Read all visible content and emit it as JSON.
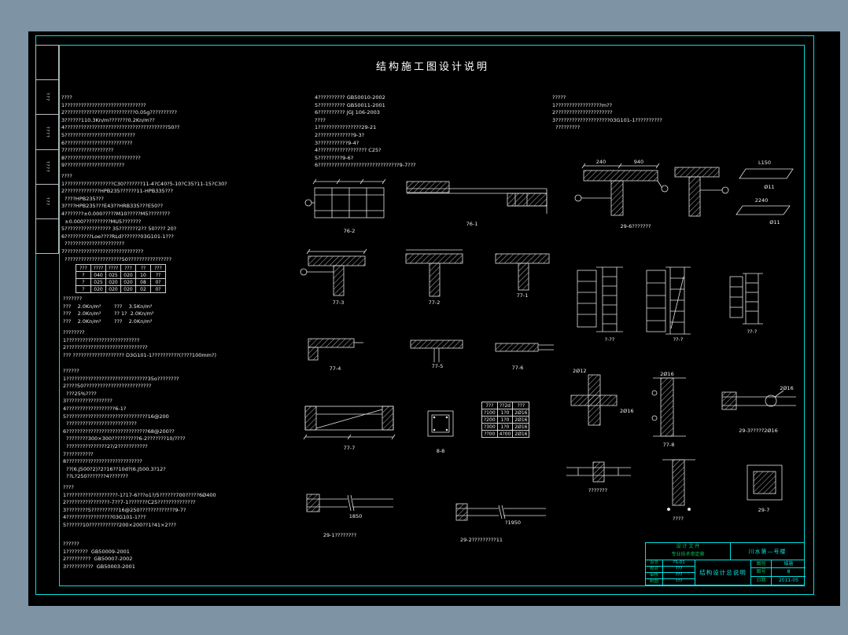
{
  "title": "结构施工图设计说明",
  "strip": {
    "cells": [
      "",
      "???",
      "????",
      "????",
      "???",
      ""
    ]
  },
  "text_blocks": {
    "general": {
      "lines": [
        "????",
        "1??????????????????????????????",
        "2??????????????????????????0.05g??????????",
        "3??????110.3Kn/m???????0.2Kn/m??",
        "4??????????????????????????????????????50??",
        "5??????????????????????????",
        "6?????????????????????????",
        "7??????????????????",
        "8????????????????????????????",
        "9??????????????????????"
      ]
    },
    "materials": {
      "lines": [
        "????",
        "1??????????????????C30???????11-4?C40?5-10?C35?11-15?C30?",
        "2?????????????HPB235??????11-HPB335???",
        "  ????HPB235???",
        "3????HPB235???E43??HRB335???E50??",
        "4???????±0.000?????M10?????M5????????",
        "  ±0.000??????????MU5???????",
        "5????????????????? 35???????2?? 50???? 20?",
        "6??????????Loe????RLd???????03G101-1???",
        "  ??????????????????????",
        "7?????????????????????????????",
        "  ?????????????????????50????????????????"
      ]
    },
    "loads": {
      "lines": [
        "???????",
        "???    2.0Kn/m²        ???    3.5Kn/m²",
        "???    2.0Kn/m²        ?? 1?  2.0Kn/m²",
        "???    2.0Kn/m²        ???    2.0Kn/m²"
      ]
    },
    "foundation": {
      "lines": [
        "????????",
        "1???????????????????????????",
        "2??????????????????????????????",
        "??? ??????????????????? D3G101-1??????????(????100mm?)"
      ]
    },
    "masonry": {
      "lines": [
        "??????",
        "1??????????????????????????????35o????????",
        "2????50?????????????????????????",
        "  ???25%????",
        "3?????????????????",
        "4??????????????????6-1?",
        "5??????????????????????????????16@200",
        "  ??????????????????????????",
        "6??????????????????????????????68@200??",
        "  ????????300×300??????????6-2???????10/????",
        "  ???????????????2?/2???????????",
        "7??????????",
        "8????????????????????????????",
        "  ??(6.J500?2)?2?16??10d?(6.J500.3?12?",
        "  ??L?250???????4???????"
      ]
    },
    "other": {
      "lines": [
        "????",
        "1???????????????????-1?17-6???o1?/5??????700?????6Ø400",
        "2????????????????-7??7-1???????C25??????????????",
        "3????????5??????????16@250?????????????9-7?",
        "4?????????????????03G101-1???",
        "5??????10???????????200×200??1?41×2???"
      ]
    },
    "codes": {
      "lines": [
        "??????",
        "1????????  GB50009-2001",
        "2?????????  GB50007-2002",
        "3??????????  GB50003-2001"
      ]
    },
    "mid_top": {
      "lines": [
        "4?????????? GB50010-2002",
        "5?????????? GB50011-2001",
        "6?????????? JGJ 106-2003",
        "????",
        "1????????????????29-21",
        "2?????????????9-3?",
        "3???????????9-4?",
        "4?????????????????? C25?",
        "5?????????9-6?",
        "6??????????????????????????????9-7???"
      ]
    },
    "right_top": {
      "lines": [
        "?????",
        "1?????????????????m??",
        "2?????????????????????",
        "3????????????????????03G101-1??????????",
        "  ?????????"
      ]
    }
  },
  "protection_table": {
    "headers": [
      "???",
      "????",
      "????",
      "???",
      "??",
      "???"
    ],
    "rows": [
      [
        "?",
        "040",
        "025",
        "020",
        "10",
        "??"
      ],
      [
        "?",
        "025",
        "020",
        "020",
        "08",
        "0?"
      ],
      [
        "?",
        "020",
        "020",
        "020",
        "02",
        "0?"
      ]
    ]
  },
  "schedule_table": {
    "headers": [
      "7??",
      "??2d",
      "???"
    ],
    "rows": [
      [
        "?100",
        "1?0",
        "2Ø16"
      ],
      [
        "?200",
        "1?0",
        "2Ø16"
      ],
      [
        "?300",
        "1?0",
        "2Ø16"
      ],
      [
        "??00",
        "4?00",
        "2Ø16"
      ]
    ]
  },
  "details": {
    "d76_2": "76-2",
    "d76_1": "76-1",
    "d29_6": "29-6???????",
    "dim_240": "240",
    "dim_940": "940",
    "ann_l150": "L150",
    "ann_phi11a": "Ø11",
    "ann_2240": "2240",
    "ann_phi11b": "Ø11",
    "d77_3": "77-3",
    "d77_2": "77-2",
    "d77_1": "77-1",
    "re1": "?-??",
    "re2": "??-?",
    "re3": "??-?",
    "d77_4": "77-4",
    "d77_5": "77-5",
    "d77_6": "77-6",
    "d77_7": "77-7",
    "d8_8": "8-8",
    "cross_ann1": "2Ø12",
    "cross_ann2": "2Ø16",
    "d77_8": "77-8",
    "ann_77_8": "2Ø16",
    "d29_3": "29-3?????2Ø16",
    "ann_29_3": "2Ø16",
    "mid_a": "???????",
    "mid_b": "????",
    "d29_7": "29-7",
    "d29_1": "29-1????????",
    "ann_1850": "1850",
    "d29_2": "29-2?????????11",
    "ann_1950": "?1950"
  },
  "title_block": {
    "stamp_line1": "设 计 文 件",
    "stamp_line2": "专业技术审定章",
    "project": "川水第—号楼",
    "rows_left": [
      [
        "设总",
        "?S-01"
      ],
      [
        "校对",
        "???"
      ],
      [
        "审核",
        "???"
      ],
      [
        "制图",
        "???"
      ]
    ],
    "drawing_title": "结构设计总说明",
    "rows_right": [
      [
        "图别",
        "结施"
      ],
      [
        "图号",
        "8"
      ],
      [
        "日期",
        "2011-05"
      ]
    ]
  },
  "colors": {
    "frame": "#00e0e0",
    "text": "#f0f0f0",
    "label_green": "#00c060",
    "paper_bg": "#7e93a3"
  }
}
